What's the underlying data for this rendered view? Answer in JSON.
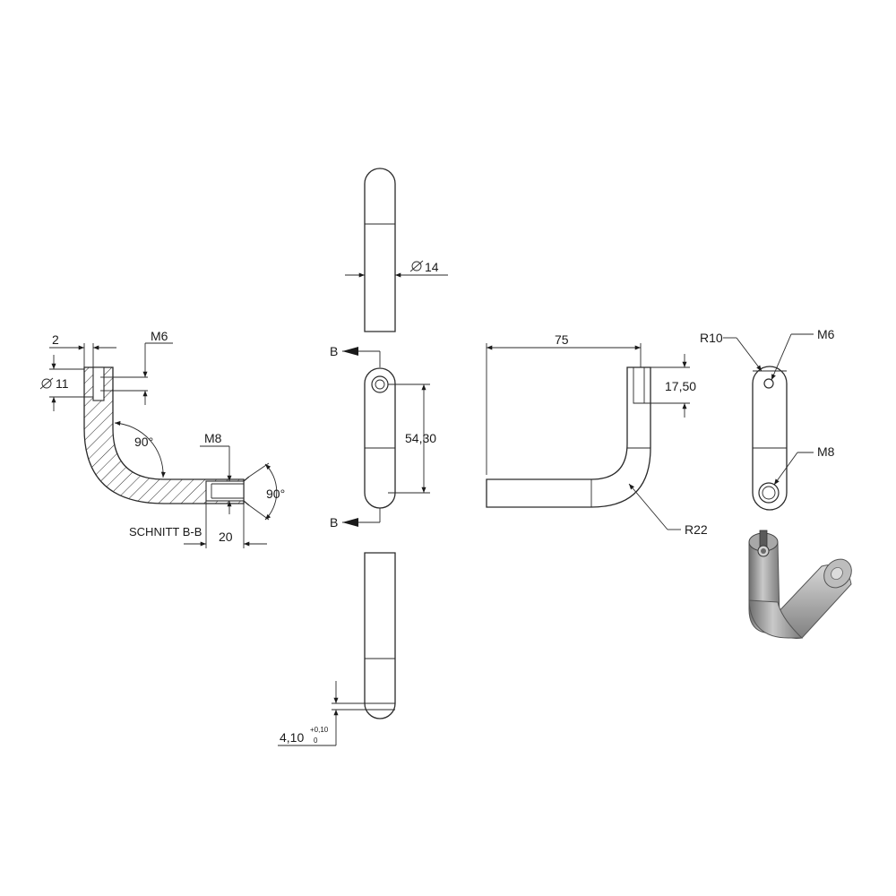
{
  "section_view": {
    "title": "SCHNITT B-B",
    "dim_wall": "2",
    "dim_diameter": "11",
    "thread_top": "M6",
    "thread_side": "M8",
    "angle_bend": "90°",
    "angle_countersink": "90°",
    "depth": "20"
  },
  "top_view": {
    "diameter": "14"
  },
  "front_view": {
    "section_marker_top": "B",
    "section_marker_bottom": "B",
    "hole_distance": "54,30"
  },
  "bottom_view": {
    "slot_width": "4,10",
    "tolerance_upper": "+0,10",
    "tolerance_lower": "0"
  },
  "side_view": {
    "length": "75",
    "slot_depth": "17,50",
    "bend_radius": "R22"
  },
  "right_view": {
    "radius": "R10",
    "thread_top": "M6",
    "thread_bottom": "M8"
  }
}
